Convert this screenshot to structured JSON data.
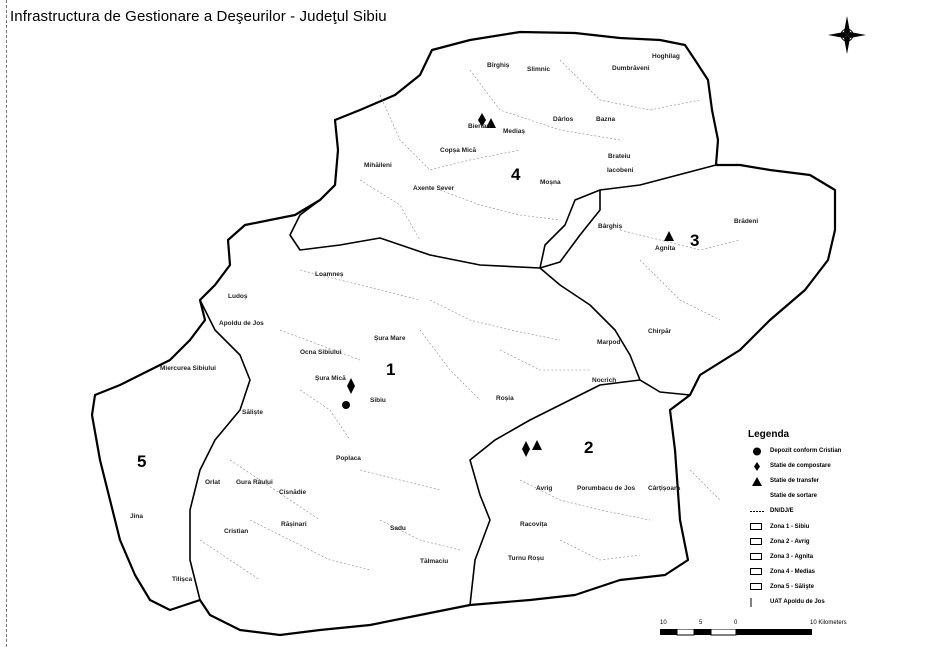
{
  "title": "Infrastructura de Gestionare a Deşeurilor - Judeţul Sibiu",
  "zones": [
    {
      "id": "zone-1",
      "label": "1"
    },
    {
      "id": "zone-2",
      "label": "2"
    },
    {
      "id": "zone-3",
      "label": "3"
    },
    {
      "id": "zone-4",
      "label": "4"
    },
    {
      "id": "zone-5",
      "label": "5"
    }
  ],
  "places": [
    "Hoghilag",
    "Bîrghiș",
    "Slimnic",
    "Mihăileni",
    "Axente Sever",
    "Moșna",
    "Dumbrăveni",
    "Brateiu",
    "Agnita",
    "Marpod",
    "Chirpăr",
    "Bârghiș",
    "Avrig",
    "Cârțișoara",
    "Porumbacu de Jos",
    "Racovița",
    "Turnu Roșu",
    "Orlat",
    "Gura Râului",
    "Cristian",
    "Poplaca",
    "Cisnădie",
    "Rășinari",
    "Sadu",
    "Tălmaciu",
    "Jina",
    "Tilișca",
    "Săliște",
    "Apoldu de Jos",
    "Miercurea Sibiului",
    "Ludoș",
    "Loamneș",
    "Ocna Sibiului",
    "Șura Mică",
    "Șura Mare",
    "Sibiu",
    "Roșia",
    "Nocrich",
    "Brădeni",
    "Iacobeni",
    "Biertan",
    "Mediaș",
    "Dârlos",
    "Copșa Mică",
    "Bazna"
  ],
  "legend": {
    "title": "Legenda",
    "items": [
      "Depozit conform Cristian",
      "Statie de compostare",
      "Statie de transfer",
      "Statie de sortare",
      "DN/DJ/E",
      "Zona 1 - Sibiu",
      "Zona 2 - Avrig",
      "Zona 3 - Agnita",
      "Zona 4 - Medias",
      "Zona 5 - Sălişte",
      "UAT Apoldu de Jos"
    ]
  },
  "scale": {
    "labels": [
      "10",
      "5",
      "0",
      "10 Kilometers"
    ]
  }
}
